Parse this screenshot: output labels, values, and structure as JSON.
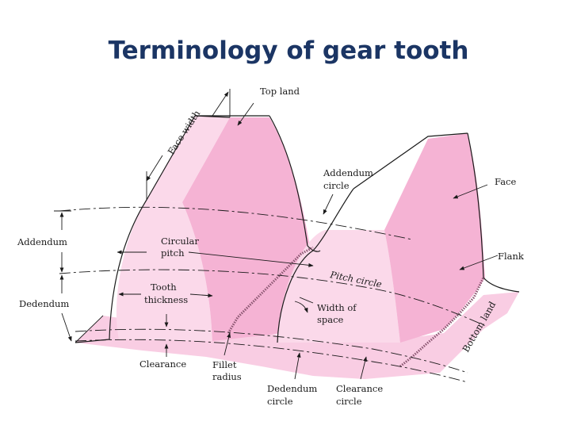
{
  "title": "Terminology of gear tooth",
  "labels": {
    "top_land": "Top land",
    "face_width": "Face width",
    "addendum_circle_1": "Addendum",
    "addendum_circle_2": "circle",
    "face": "Face",
    "flank": "Flank",
    "addendum": "Addendum",
    "dedendum": "Dedendum",
    "circular_pitch_1": "Circular",
    "circular_pitch_2": "pitch",
    "pitch_circle": "Pitch circle",
    "tooth_thickness_1": "Tooth",
    "tooth_thickness_2": "thickness",
    "width_of_space_1": "Width of",
    "width_of_space_2": "space",
    "bottom_land": "Bottom land",
    "clearance": "Clearance",
    "fillet_radius_1": "Fillet",
    "fillet_radius_2": "radius",
    "dedendum_circle_1": "Dedendum",
    "dedendum_circle_2": "circle",
    "clearance_circle_1": "Clearance",
    "clearance_circle_2": "circle"
  },
  "colors": {
    "title": "#1b3564",
    "tooth_fill": "#f7bfdc",
    "tooth_fill_light": "#fbd9ea",
    "line": "#1a1a1a"
  }
}
